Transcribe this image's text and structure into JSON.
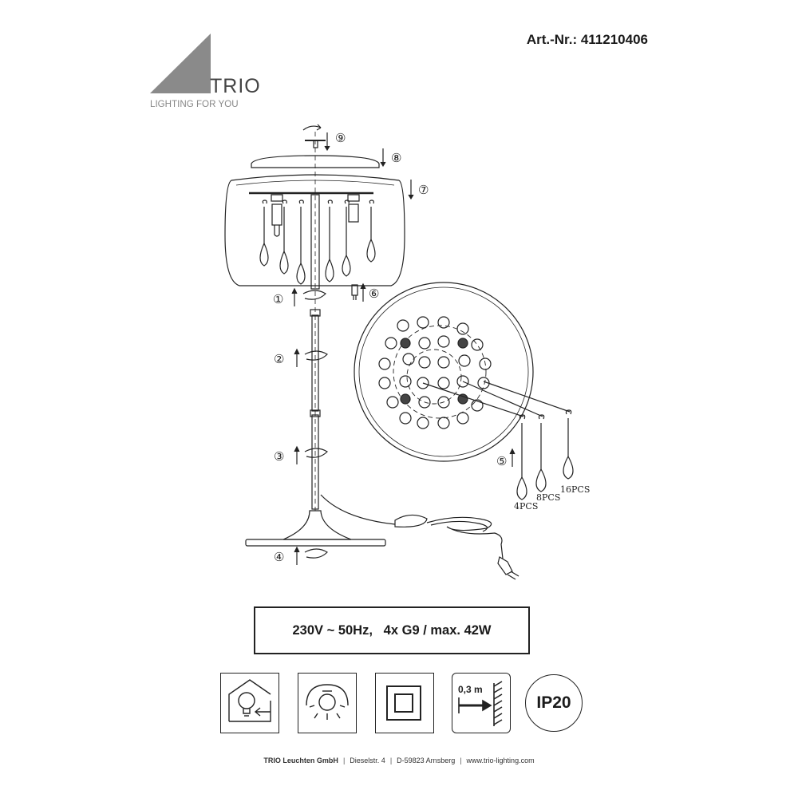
{
  "header": {
    "article_number": "Art.-Nr.: 411210406",
    "brand_name": "TRIO",
    "brand_tagline": "LIGHTING FOR YOU"
  },
  "steps": [
    "①",
    "②",
    "③",
    "④",
    "⑤",
    "⑥",
    "⑦",
    "⑧",
    "⑨"
  ],
  "crystals": {
    "small_count": "4PCS",
    "medium_count": "8PCS",
    "large_count": "16PCS"
  },
  "spec": {
    "text": "230V ~ 50Hz,   4x G9 / max. 42W"
  },
  "symbols": {
    "indoor_icon": "indoor-use-house-bulb-icon",
    "lamp_icon": "bulb-with-shade-icon",
    "class2_icon": "protection-class-ii-icon",
    "distance_label": "0,3 m",
    "ip_rating": "IP20"
  },
  "footer": {
    "company": "TRIO Leuchten GmbH",
    "street": "Dieselstr. 4",
    "city": "D-59823 Arnsberg",
    "website": "www.trio-lighting.com"
  },
  "colors": {
    "logo_triangle": "#8a8a8a",
    "line": "#222222"
  }
}
